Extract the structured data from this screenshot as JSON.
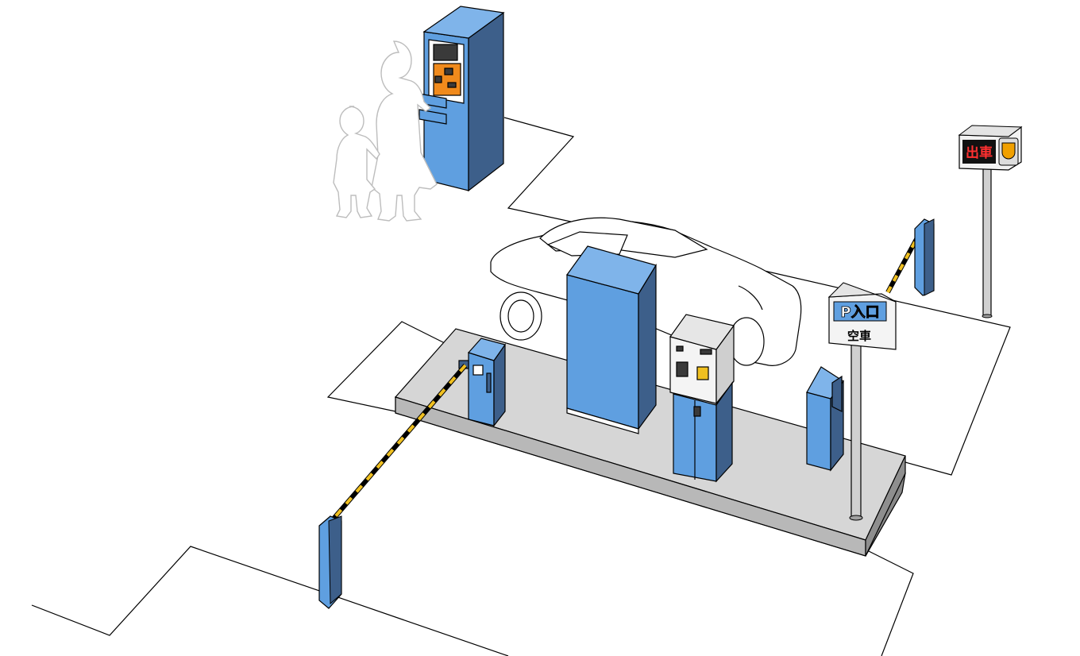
{
  "colors": {
    "machine_blue": "#5f9fe0",
    "machine_dark": "#3d5f8a",
    "island_gray": "#d6d6d6",
    "barrier_yellow": "#f0c020",
    "led_red": "#ff3030",
    "beacon_amber": "#f0a000",
    "panel_orange": "#f08a1c"
  },
  "signs": {
    "entrance_line1": "P入口",
    "entrance_line2": "空車",
    "exit_display": "出車"
  },
  "icons": [
    "person-silhouette-icon",
    "car-outline-icon",
    "barrier-gate-icon",
    "warning-beacon-icon"
  ]
}
